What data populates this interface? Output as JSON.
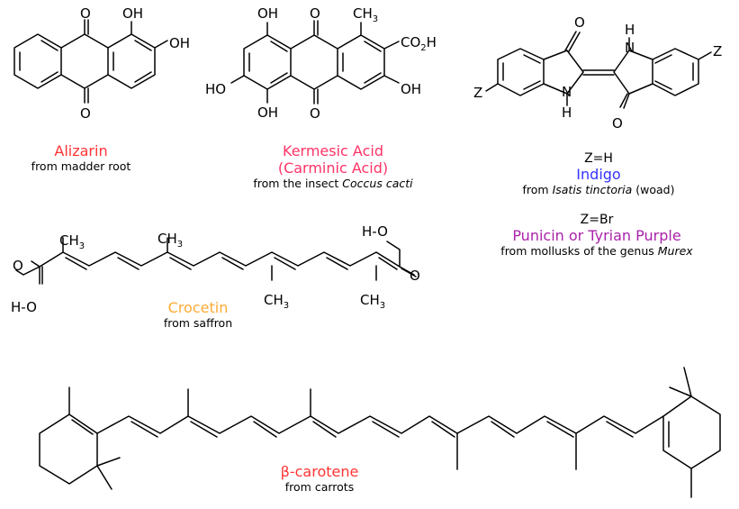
{
  "colors": {
    "alizarin": "#ff3333",
    "kermesic": "#ff3366",
    "indigo": "#3333ff",
    "punicin": "#aa22aa",
    "crocetin": "#ffaa33",
    "carotene": "#ff3333"
  },
  "atoms": {
    "O": "O",
    "OH": "OH",
    "HO": "HO",
    "CH3": "CH",
    "CO2H": "CO",
    "two": "2",
    "three": "3",
    "H": "H",
    "N": "N",
    "Z": "Z",
    "HO_dash": "H-O",
    "H_dash": "H-"
  },
  "compounds": {
    "alizarin": {
      "name": "Alizarin",
      "source": "from madder root"
    },
    "kermesic": {
      "name_line1": "Kermesic Acid",
      "name_line2": "(Carminic Acid)",
      "source_prefix": "from the insect ",
      "source_italic": "Coccus cacti"
    },
    "indigo": {
      "z": "Z=H",
      "name": "Indigo",
      "source_prefix": "from ",
      "source_italic": "Isatis tinctoria",
      "source_suffix": " (woad)"
    },
    "punicin": {
      "z": "Z=Br",
      "name": "Punicin or Tyrian Purple",
      "source_prefix": "from mollusks of the genus ",
      "source_italic": "Murex"
    },
    "crocetin": {
      "name": "Crocetin",
      "source": "from saffron"
    },
    "carotene": {
      "name": "β-carotene",
      "source": "from carrots"
    }
  }
}
